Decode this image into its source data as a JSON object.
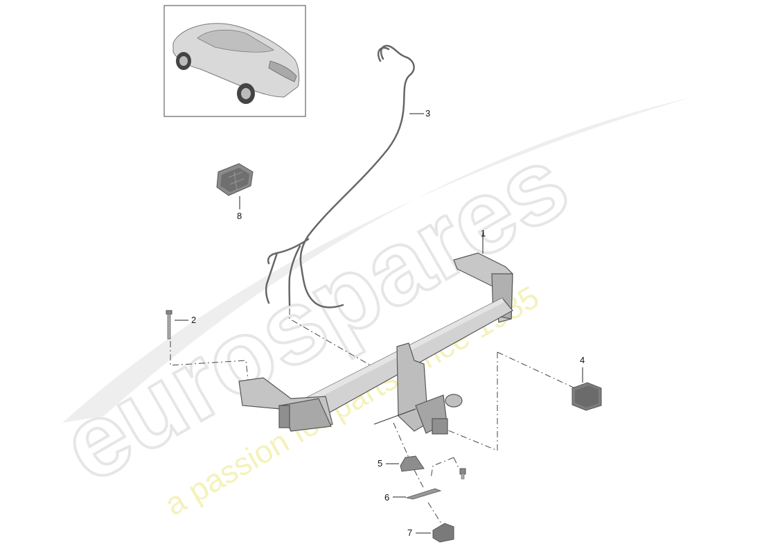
{
  "callouts": {
    "c1": "1",
    "c2": "2",
    "c3": "3",
    "c4": "4",
    "c5": "5",
    "c6": "6",
    "c7": "7",
    "c8": "8"
  },
  "watermark": {
    "logo": "eurospares",
    "tagline": "a passion for parts since 1985"
  },
  "colors": {
    "part_fill": "#cfcfcf",
    "part_stroke": "#555555",
    "watermark_grey": "#e6e6e6",
    "watermark_yellow": "#f2f0a8"
  }
}
